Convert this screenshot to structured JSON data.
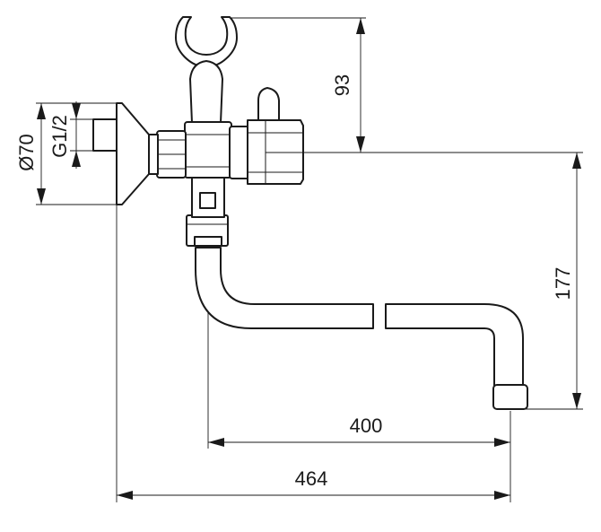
{
  "dimensions": {
    "shower_holder_height": "93",
    "spout_drop": "177",
    "spout_reach": "400",
    "overall_reach": "464",
    "flange_diameter": "Ø70",
    "thread_size": "G1/2"
  }
}
